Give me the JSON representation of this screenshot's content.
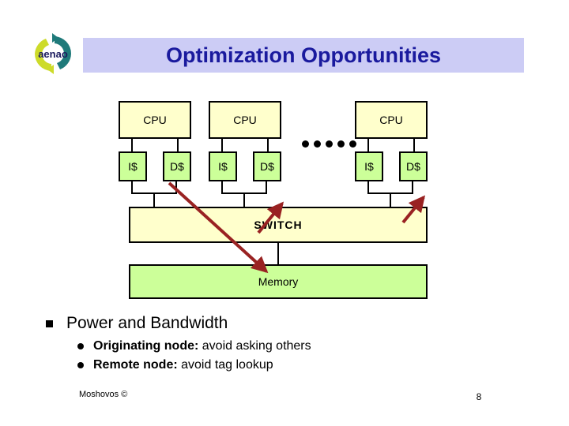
{
  "slide": {
    "title": "Optimization Opportunities",
    "title_color": "#1a1a9e",
    "title_band_color": "#ccccf5",
    "background": "#ffffff"
  },
  "logo": {
    "name": "aenao-logo",
    "text": "aenao",
    "colors": {
      "teal": "#1f7a7a",
      "yellow_green": "#cddb2a",
      "text": "#1a1a5e"
    }
  },
  "diagram": {
    "colors": {
      "cpu_fill": "#ffffcc",
      "cache_fill": "#ccff99",
      "switch_fill": "#ffffcc",
      "memory_fill": "#ccff99",
      "outline": "#000000",
      "arrow": "#992222"
    },
    "nodes": [
      {
        "cpu": "CPU",
        "icache": "I$",
        "dcache": "D$"
      },
      {
        "cpu": "CPU",
        "icache": "I$",
        "dcache": "D$"
      },
      {
        "cpu": "CPU",
        "icache": "I$",
        "dcache": "D$"
      }
    ],
    "ellipsis_dots": 5,
    "switch_label": "SWITCH",
    "memory_label": "Memory",
    "annotations": [
      {
        "name": "dcache-to-memory-arrow",
        "from": "node0.D$",
        "to": "memory"
      },
      {
        "name": "switch-to-dcache-arrow-node1",
        "from": "switch",
        "to": "node1.D$"
      },
      {
        "name": "switch-to-dcache-arrow-node2",
        "from": "switch",
        "to": "node2.D$"
      }
    ]
  },
  "bullets": {
    "level1": "Power and Bandwidth",
    "level2": [
      {
        "bold": "Originating node:",
        "rest": " avoid asking others"
      },
      {
        "bold": "Remote node:",
        "rest": " avoid tag lookup"
      }
    ]
  },
  "footer": {
    "author": "Moshovos ©",
    "page": "8"
  }
}
